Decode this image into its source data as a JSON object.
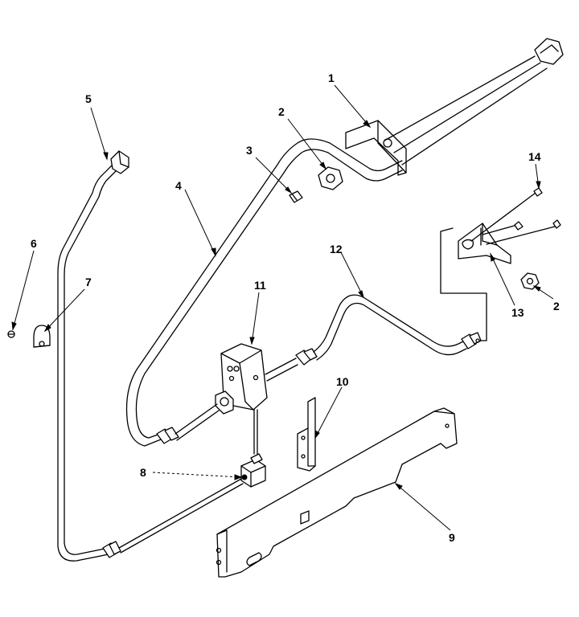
{
  "callouts": {
    "c1": "1",
    "c2a": "2",
    "c2b": "2",
    "c3": "3",
    "c4": "4",
    "c5": "5",
    "c6": "6",
    "c7": "7",
    "c8": "8",
    "c9": "9",
    "c10": "10",
    "c11": "11",
    "c12": "12",
    "c13": "13",
    "c14": "14"
  },
  "colors": {
    "line": "#000000",
    "background": "#ffffff"
  }
}
